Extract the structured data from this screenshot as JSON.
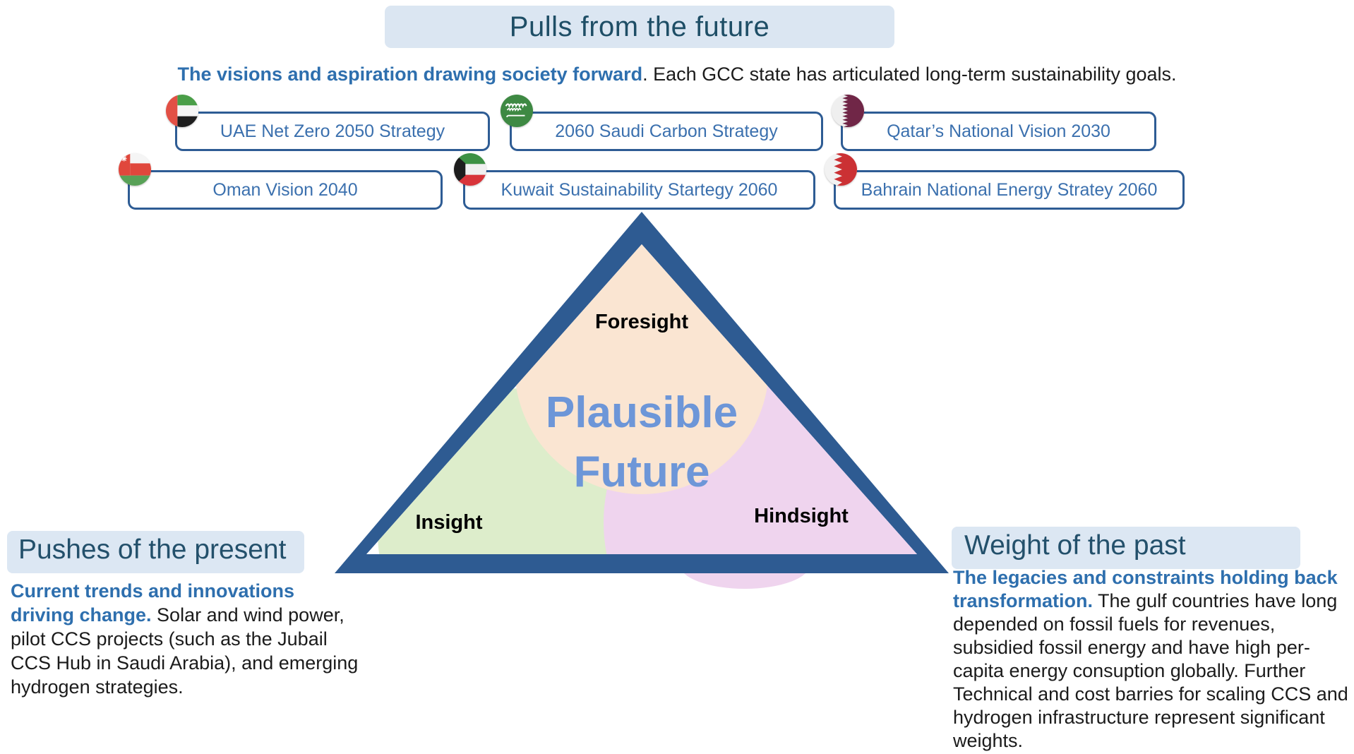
{
  "header": {
    "title": "Pulls from the future",
    "subtitle_bold": "The visions and aspiration drawing society forward",
    "subtitle_rest": ". Each GCC state has articulated long-term sustainability goals."
  },
  "strategies": [
    {
      "country": "uae",
      "icon": "uae-flag-icon",
      "label": "UAE Net Zero 2050 Strategy"
    },
    {
      "country": "saudi",
      "icon": "saudi-flag-icon",
      "label": "2060 Saudi Carbon Strategy"
    },
    {
      "country": "qatar",
      "icon": "qatar-flag-icon",
      "label": "Qatar’s National Vision 2030"
    },
    {
      "country": "oman",
      "icon": "oman-flag-icon",
      "label": "Oman Vision 2040"
    },
    {
      "country": "kuwait",
      "icon": "kuwait-flag-icon",
      "label": "Kuwait Sustainability Startegy 2060"
    },
    {
      "country": "bahrain",
      "icon": "bahrain-flag-icon",
      "label": "Bahrain National Energy Stratey 2060"
    }
  ],
  "triangle": {
    "top_label": "Foresight",
    "left_label": "Insight",
    "right_label": "Hindsight",
    "center_line1": "Plausible",
    "center_line2": "Future"
  },
  "present": {
    "heading": "Pushes of the present",
    "lead": "Current trends and innovations driving change.",
    "body": " Solar and wind power, pilot CCS projects (such as the Jubail CCS Hub in Saudi Arabia), and emerging hydrogen strategies."
  },
  "past": {
    "heading": "Weight of the past",
    "lead": "The legacies and constraints holding back transformation.",
    "body": " The gulf countries have long depended on fossil fuels for revenues, subsidied fossil energy and have high per-capita energy consuption globally. Further Technical and cost barries for scaling CCS and hydrogen infrastructure represent significant weights."
  },
  "colors": {
    "triangle_border": "#2e5b92",
    "foresight_fill": "#fae5d2",
    "insight_fill": "#ddedcb",
    "hindsight_fill": "#efd4ee",
    "plausible_text": "#6d96d8",
    "heading_text": "#23506b",
    "highlight_bg": "#dce7f3",
    "accent_blue": "#2e6fae",
    "box_border": "#2e5c94",
    "box_text": "#3b70ae"
  }
}
